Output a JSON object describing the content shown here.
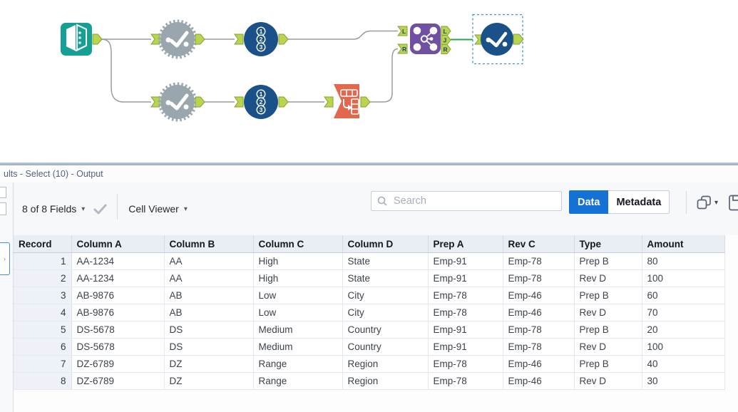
{
  "workflow": {
    "selected_tool": "select",
    "tools": [
      {
        "id": "input-data",
        "type": "Input Data"
      },
      {
        "id": "unique-top",
        "type": "Unique"
      },
      {
        "id": "record-id-top",
        "type": "Record ID"
      },
      {
        "id": "unique-bottom",
        "type": "Unique"
      },
      {
        "id": "record-id-bottom",
        "type": "Record ID"
      },
      {
        "id": "transpose",
        "type": "Transpose"
      },
      {
        "id": "join",
        "type": "Join"
      },
      {
        "id": "select",
        "type": "Select"
      }
    ],
    "record_id_digits": [
      "1",
      "2",
      "3"
    ],
    "join_anchor_labels": {
      "input_left": "L",
      "input_right": "R",
      "output_left": "L",
      "output_join": "J",
      "output_right": "R"
    }
  },
  "results": {
    "title": "ults - Select (10) - Output",
    "toolbar": {
      "fields_dropdown_label": "8 of 8 Fields",
      "cell_viewer_label": "Cell Viewer",
      "search_placeholder": "Search",
      "data_tab": "Data",
      "metadata_tab": "Metadata"
    },
    "table": {
      "columns": [
        "Record",
        "Column A",
        "Column B",
        "Column C",
        "Column D",
        "Prep A",
        "Rev C",
        "Type",
        "Amount"
      ],
      "rows": [
        [
          "1",
          "AA-1234",
          "AA",
          "High",
          "State",
          "Emp-91",
          "Emp-78",
          "Prep B",
          "80"
        ],
        [
          "2",
          "AA-1234",
          "AA",
          "High",
          "State",
          "Emp-91",
          "Emp-78",
          "Rev D",
          "100"
        ],
        [
          "3",
          "AB-9876",
          "AB",
          "Low",
          "City",
          "Emp-78",
          "Emp-46",
          "Prep B",
          "60"
        ],
        [
          "4",
          "AB-9876",
          "AB",
          "Low",
          "City",
          "Emp-78",
          "Emp-46",
          "Rev D",
          "70"
        ],
        [
          "5",
          "DS-5678",
          "DS",
          "Medium",
          "Country",
          "Emp-91",
          "Emp-78",
          "Prep B",
          "20"
        ],
        [
          "6",
          "DS-5678",
          "DS",
          "Medium",
          "Country",
          "Emp-91",
          "Emp-78",
          "Rev D",
          "100"
        ],
        [
          "7",
          "DZ-6789",
          "DZ",
          "Range",
          "Region",
          "Emp-78",
          "Emp-46",
          "Prep B",
          "40"
        ],
        [
          "8",
          "DZ-6789",
          "DZ",
          "Range",
          "Region",
          "Emp-78",
          "Emp-46",
          "Rev D",
          "30"
        ]
      ]
    }
  },
  "icons": {
    "dropdown_caret": "▾",
    "rail_chevron": "›"
  },
  "colors": {
    "accent_blue": "#1571d6",
    "tool_teal": "#16a095",
    "tool_gray": "#9aa6ad",
    "tool_navy": "#1a5189",
    "tool_orange": "#e2674c",
    "tool_purple": "#7050a2",
    "anchor_green": "#b9d44e",
    "selection_blue": "#3f8fd4",
    "connection_green": "#2ea44c"
  }
}
